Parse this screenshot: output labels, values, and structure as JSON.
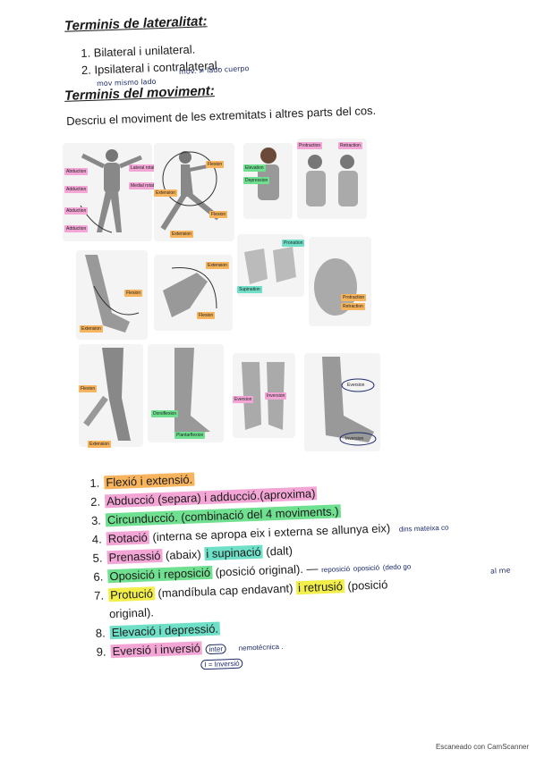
{
  "headings": {
    "laterality": "Terminis de lateralitat:",
    "movement": "Terminis del moviment:"
  },
  "laterality_items": [
    "1. Bilateral i unilateral.",
    "2. Ipsilateral i contralateral."
  ],
  "hand_notes": {
    "same_side": "mov mismo lado",
    "other_side": "mov. ≠ lado cuerpo",
    "same_plane": "dins mateixa co",
    "reposition": "reposició",
    "opposition": "oposició",
    "finger_note": "(dedo go",
    "finger_note2": "al me",
    "mnemonic": "nemotécnica .",
    "inter": "inter",
    "i_inversio": "I = Inversió"
  },
  "intro": "Descriu el moviment de les extremitats i altres parts del cos.",
  "figure_labels": {
    "abduction": "Abduction",
    "adduction": "Adduction",
    "lateral_rotation": "Lateral rotation",
    "medial_rotation": "Medial rotation",
    "flexion": "Flexion",
    "extension": "Extension",
    "elevation": "Elevation",
    "depression": "Depression",
    "protraction": "Protraction",
    "retraction": "Retraction",
    "pronation": "Pronation",
    "supination": "Supination",
    "eversion": "Eversion",
    "inversion": "Inversion",
    "dorsiflexion": "Dorsiflexion",
    "plantarflexion": "Plantarflexion"
  },
  "movement_items": [
    {
      "num": "1.",
      "text": "Flexió i extensió.",
      "rest": ""
    },
    {
      "num": "2.",
      "text": "Abducció (separa)  i adducció.(aproxima)",
      "rest": ""
    },
    {
      "num": "3.",
      "text": "Circunducció. (combinació del 4 moviments.)",
      "rest": ""
    },
    {
      "num": "4.",
      "text": "Rotació",
      "rest": " (interna se apropa eix i externa se allunya eix)"
    },
    {
      "num": "5.",
      "text": "Prenassió",
      "rest2": " (abaix) ",
      "text2": "i supinació",
      "rest": " (dalt)"
    },
    {
      "num": "6.",
      "text": "Oposició i reposició",
      "rest": " (posició original). —"
    },
    {
      "num": "7.",
      "text": "Protució",
      "rest2": " (mandíbula cap endavant) ",
      "text2": "i retrusió",
      "rest": " (posició"
    },
    {
      "num": "",
      "text": "",
      "rest": "original)."
    },
    {
      "num": "8.",
      "text": "Elevació i depressió.",
      "rest": ""
    },
    {
      "num": "9.",
      "text": "Eversió i inversió",
      "rest": ""
    }
  ],
  "footer": "Escaneado con CamScanner",
  "colors": {
    "orange": "#f7b45c",
    "pink": "#f3a6d6",
    "green": "#6fe08f",
    "yellow": "#f3ef4a",
    "ink": "#1c2a6b"
  }
}
